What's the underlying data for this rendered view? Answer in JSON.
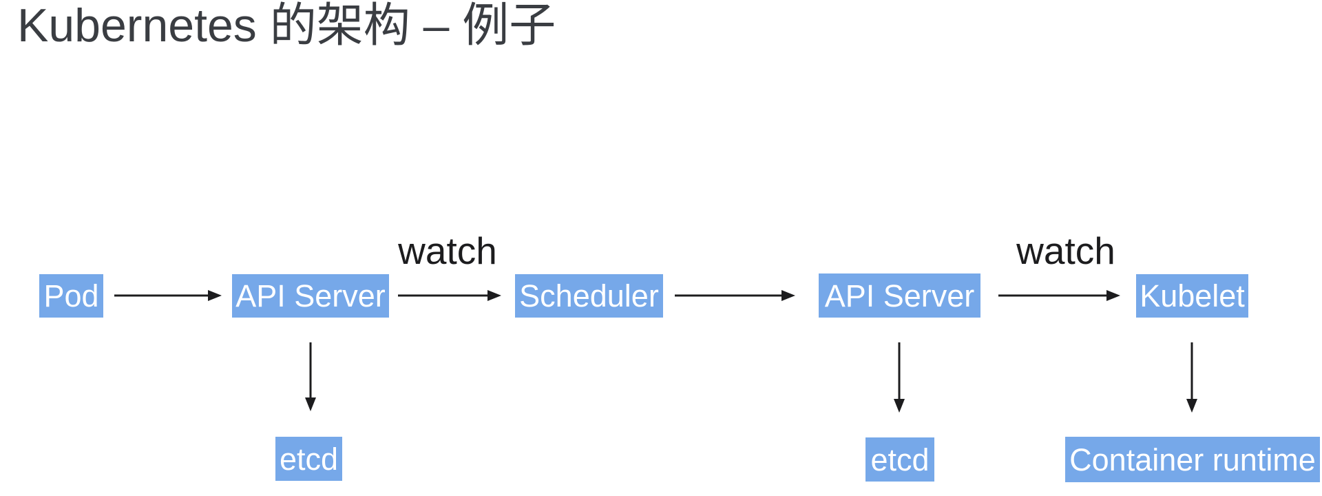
{
  "title": "Kubernetes 的架构 – 例子",
  "colors": {
    "node_fill": "#76a8e9",
    "node_text": "#ffffff",
    "arrow": "#1c1c1e",
    "title_text": "#3a3d42",
    "background": "#ffffff"
  },
  "diagram": {
    "type": "flow",
    "nodes": [
      {
        "id": "pod",
        "label": "Pod"
      },
      {
        "id": "api-server-1",
        "label": "API Server"
      },
      {
        "id": "scheduler",
        "label": "Scheduler"
      },
      {
        "id": "api-server-2",
        "label": "API Server"
      },
      {
        "id": "kubelet",
        "label": "Kubelet"
      },
      {
        "id": "etcd-1",
        "label": "etcd"
      },
      {
        "id": "etcd-2",
        "label": "etcd"
      },
      {
        "id": "container-runtime",
        "label": "Container runtime"
      }
    ],
    "edges": [
      {
        "from": "pod",
        "to": "api-server-1",
        "label": ""
      },
      {
        "from": "api-server-1",
        "to": "scheduler",
        "label": "watch"
      },
      {
        "from": "scheduler",
        "to": "api-server-2",
        "label": ""
      },
      {
        "from": "api-server-2",
        "to": "kubelet",
        "label": "watch"
      },
      {
        "from": "api-server-1",
        "to": "etcd-1",
        "label": ""
      },
      {
        "from": "api-server-2",
        "to": "etcd-2",
        "label": ""
      },
      {
        "from": "kubelet",
        "to": "container-runtime",
        "label": ""
      }
    ]
  }
}
